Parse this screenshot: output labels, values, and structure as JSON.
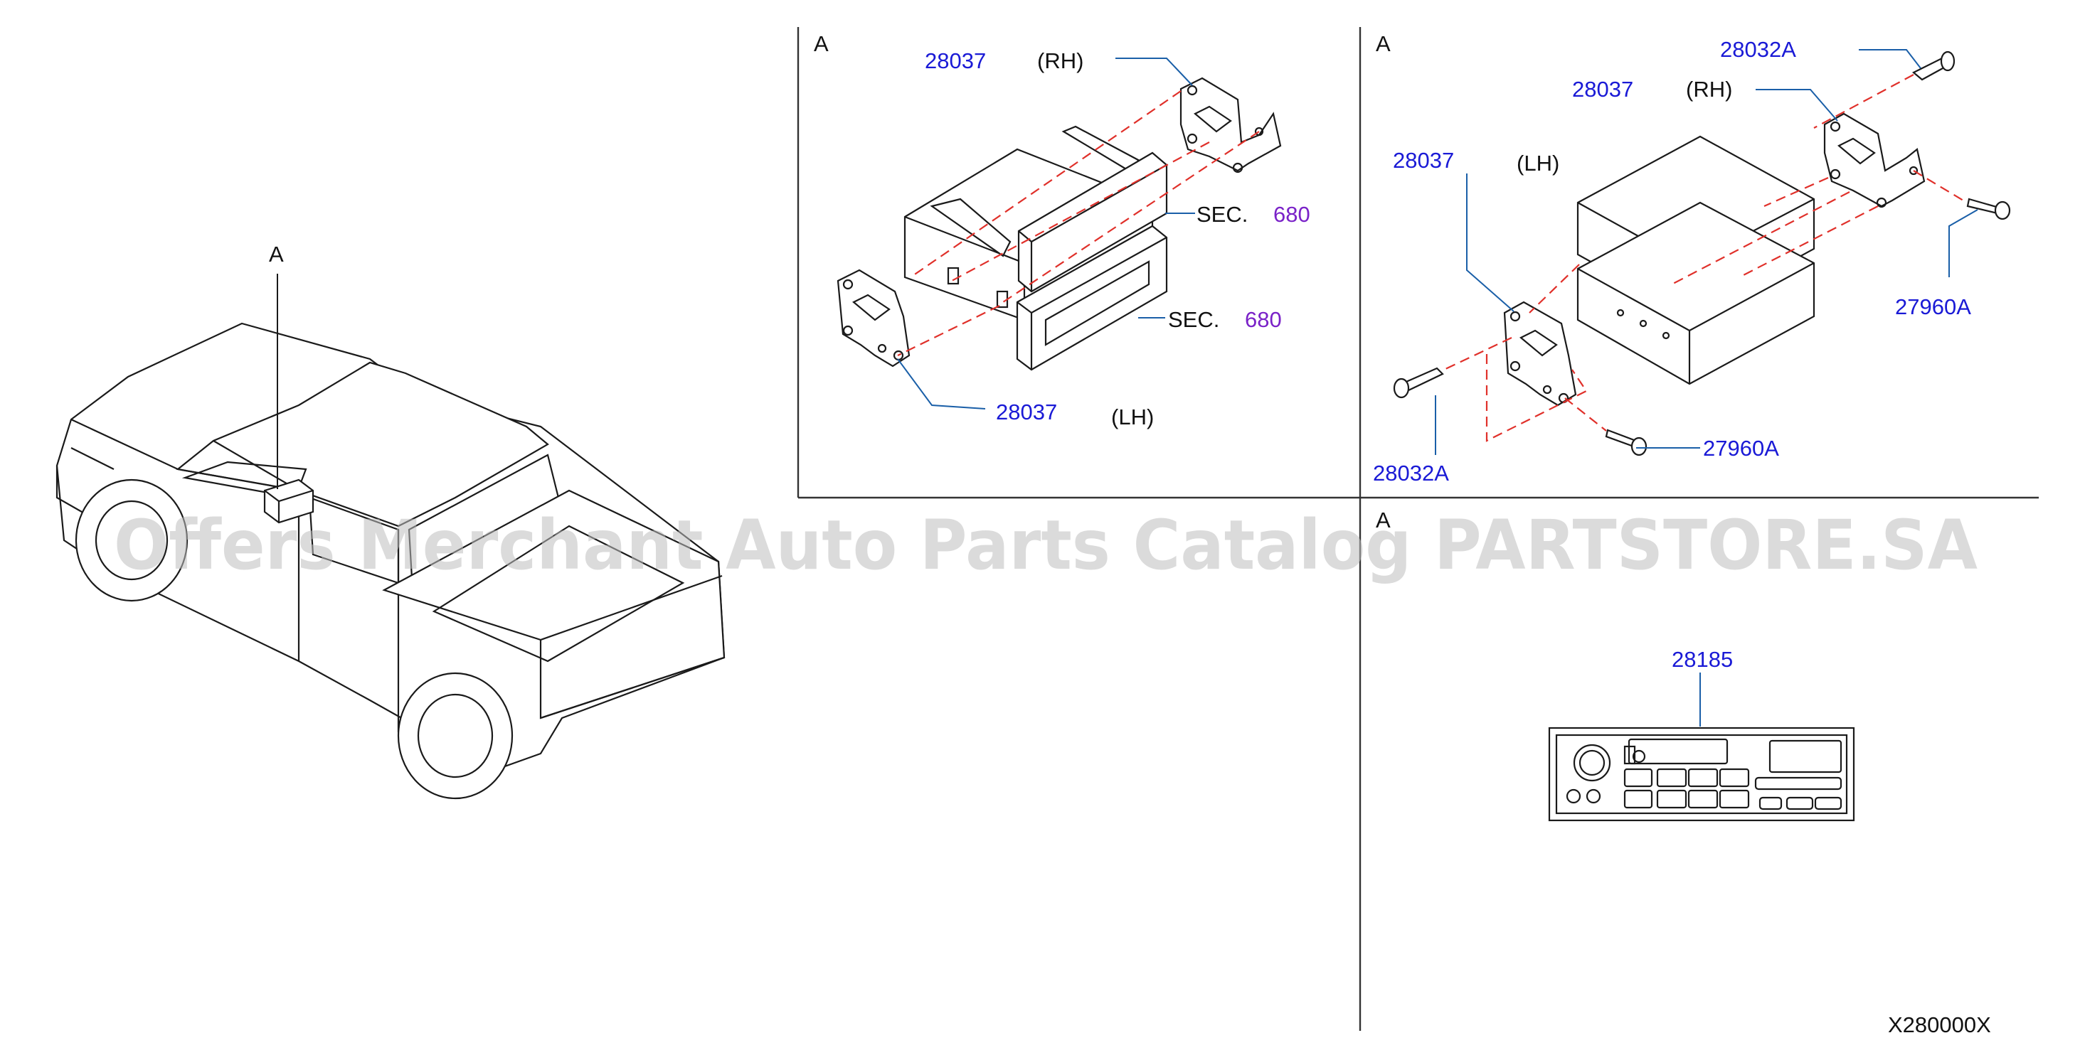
{
  "sections": {
    "truck_label": "A",
    "top_left_label": "A",
    "top_right_label": "A",
    "bottom_right_label": "A"
  },
  "top_left": {
    "bracket_rh_part": "28037",
    "bracket_rh_side": "(RH)",
    "bracket_lh_part": "28037",
    "bracket_lh_side": "(LH)",
    "sec1_text": "SEC.",
    "sec1_number": "680",
    "sec2_text": "SEC.",
    "sec2_number": "680"
  },
  "top_right": {
    "screw_top_part": "28032A",
    "bracket_rh_part": "28037",
    "bracket_rh_side": "(RH)",
    "bracket_lh_part": "28037",
    "bracket_lh_side": "(LH)",
    "screw_rh_part": "27960A",
    "screw_left_part": "28032A",
    "screw_bottom_part": "27960A"
  },
  "bottom_right": {
    "radio_part": "28185"
  },
  "diagram_code": "X280000X",
  "watermark": "Offers Merchant Auto Parts Catalog PARTSTORE.SA",
  "colors": {
    "part_number": "#1a1ad6",
    "section_ref": "#7a22c8",
    "leader": "#1a5fa8",
    "dashed_guide": "#e0302a"
  }
}
